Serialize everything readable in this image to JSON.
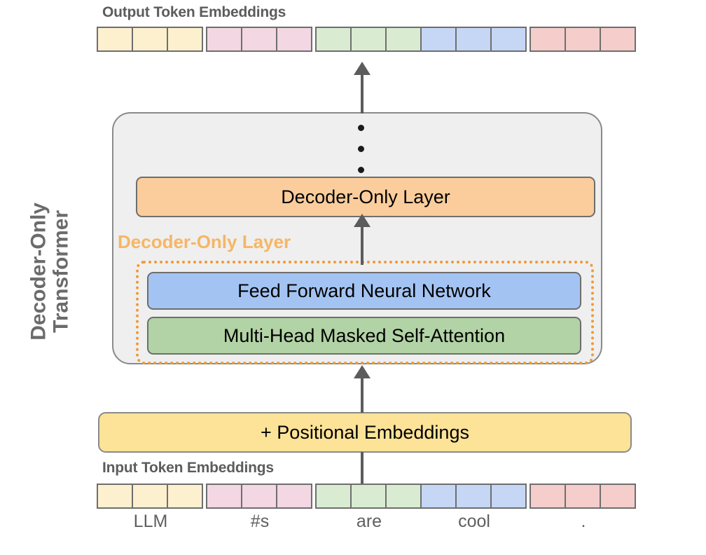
{
  "side_label": {
    "line1": "Decoder-Only",
    "line2": "Transformer"
  },
  "output_section": {
    "caption": "Output Token Embeddings"
  },
  "input_section": {
    "caption": "Input Token Embeddings"
  },
  "tokens": [
    {
      "word": "LLM",
      "color": "#fdf0cf"
    },
    {
      "word": "#s",
      "color": "#f3d7e3"
    },
    {
      "word": "are",
      "color": "#d9ecd2"
    },
    {
      "word": "cool",
      "color": "#c5d7f5"
    },
    {
      "word": ".",
      "color": "#f5cdcb"
    }
  ],
  "boxes": {
    "decoder_layer": "Decoder-Only Layer",
    "feed_forward": "Feed Forward Neural Network",
    "attention": "Multi-Head Masked Self-Attention",
    "positional": "+ Positional Embeddings"
  },
  "sublayer": {
    "label": "Decoder-Only Layer"
  },
  "ellipsis": {
    "dots": 3
  },
  "colors": {
    "panel_bg": "#efefef",
    "panel_border": "#8a8a8a",
    "decoder_layer": "#fbcd9c",
    "feed_forward": "#a3c4f3",
    "attention": "#b2d3a5",
    "positional": "#fce398",
    "sublayer_border": "#ef9a35",
    "sublayer_label": "#f6b665",
    "caption_text": "#5c5c5c",
    "token_border": "#6e6e6e",
    "arrow": "#5c5c5c"
  }
}
